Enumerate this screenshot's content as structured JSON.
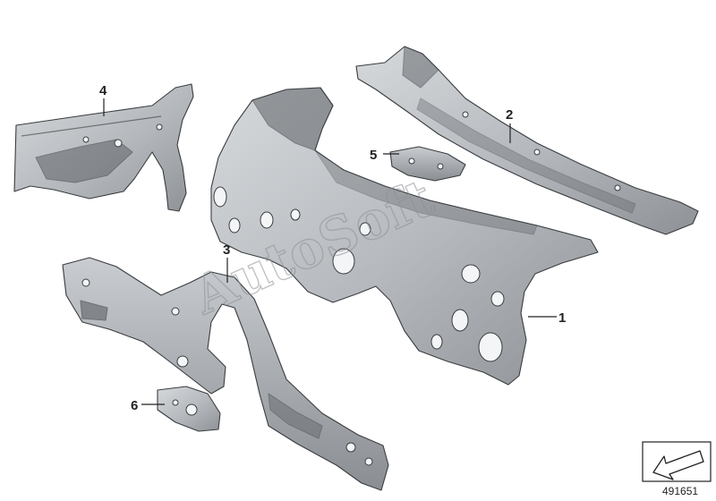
{
  "callouts": {
    "p1": "1",
    "p2": "2",
    "p3": "3",
    "p4": "4",
    "p5": "5",
    "p6": "6"
  },
  "watermark": "AutoSoft",
  "diagram_number": "491651",
  "colors": {
    "metal_light": "#cfd2d5",
    "metal_mid": "#a9adb1",
    "metal_dark": "#7d8185",
    "outline": "#3a3d40"
  },
  "icons": {
    "orientation": "direction-arrow-icon"
  }
}
